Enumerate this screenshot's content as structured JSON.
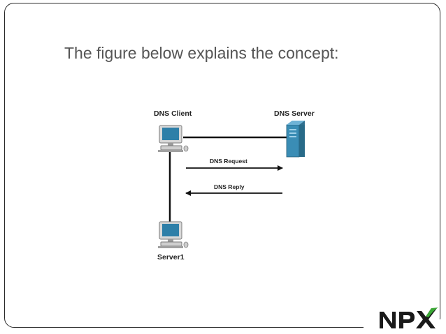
{
  "slide": {
    "heading": "The figure below explains the concept:"
  },
  "diagram": {
    "nodes": {
      "client": {
        "label": "DNS Client",
        "icon": "desktop-computer-icon"
      },
      "server": {
        "label": "DNS Server",
        "icon": "server-tower-icon"
      },
      "server1": {
        "label": "Server1",
        "icon": "desktop-computer-icon"
      }
    },
    "messages": {
      "request": {
        "label": "DNS Request",
        "direction": "client-to-server"
      },
      "reply": {
        "label": "DNS Reply",
        "direction": "server-to-client"
      }
    },
    "colors": {
      "link": "#111111",
      "monitor_screen": "#2e7fa8",
      "server_body": "#3a8db5"
    }
  },
  "logo": {
    "text": "NPX",
    "colors": {
      "letters": "#1a1a1a",
      "x_accent": "#3aa935"
    }
  }
}
